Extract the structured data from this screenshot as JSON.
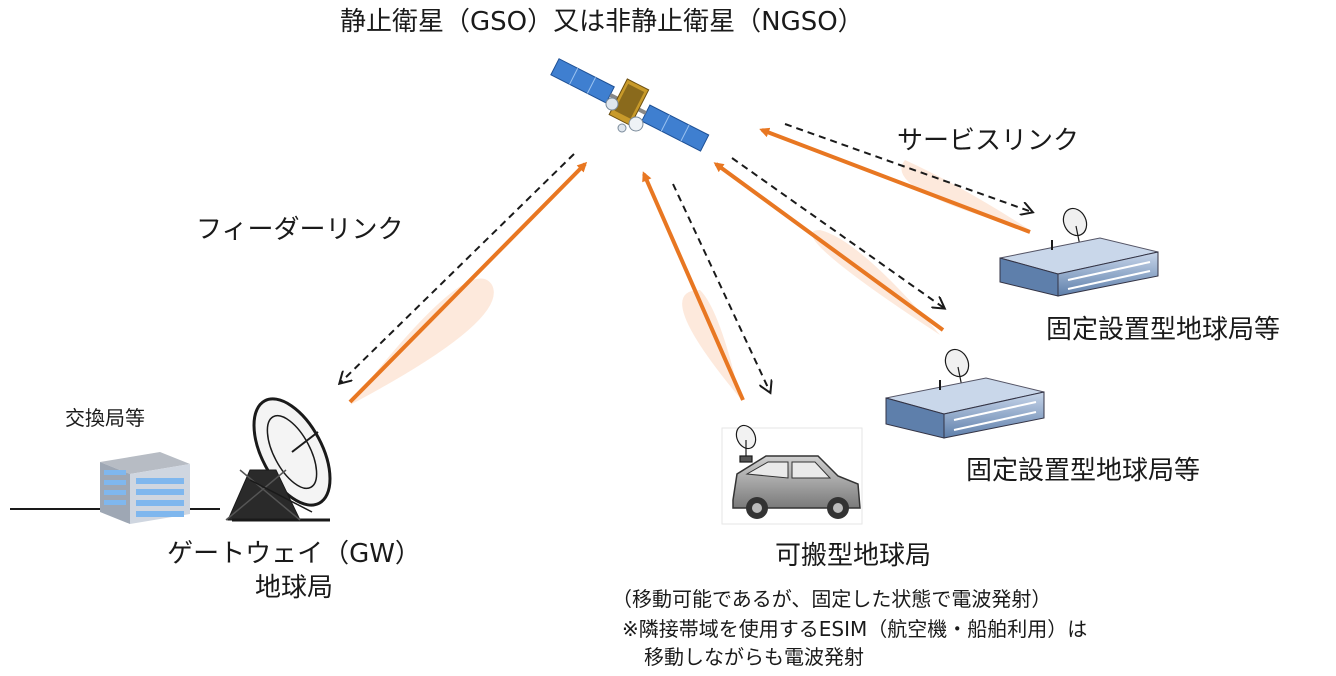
{
  "title": "静止衛星（GSO）又は非静止衛星（NGSO）",
  "labels": {
    "service_link": "サービスリンク",
    "feeder_link": "フィーダーリンク",
    "fixed_station_1": "固定設置型地球局等",
    "fixed_station_2": "固定設置型地球局等",
    "exchange": "交換局等",
    "gateway_line1": "ゲートウェイ（GW）",
    "gateway_line2": "地球局",
    "portable_title": "可搬型地球局",
    "portable_note1": "（移動可能であるが、固定した状態で電波発射）",
    "portable_note2": "※隣接帯域を使用するESIM（航空機・船舶利用）は",
    "portable_note3": "移動しながらも電波発射"
  },
  "colors": {
    "uplink_arrow": "#e87722",
    "beam": "#fde9dc",
    "downlink_arrow": "#1a1a1a",
    "solar_panel": "#3f7fd0",
    "building_wall": "#6f8fb8",
    "building_roof": "#c9d7ea"
  },
  "icons": [
    "satellite-icon",
    "building-icon",
    "dish-antenna-icon",
    "car-icon",
    "office-building-icon"
  ]
}
